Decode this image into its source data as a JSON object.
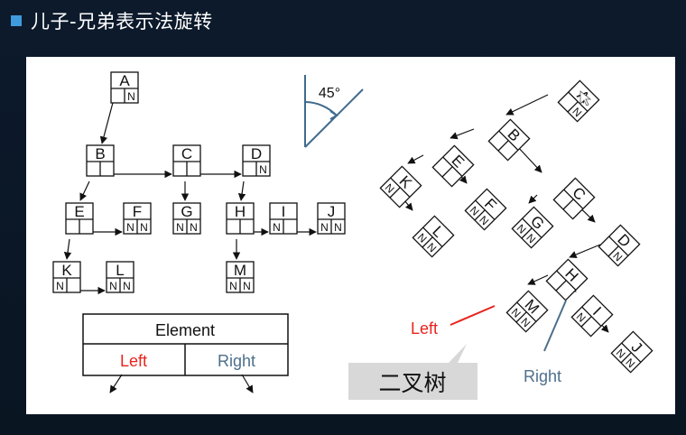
{
  "title": "儿子-兄弟表示法旋转",
  "accent_color": "#3f9bdc",
  "left_tree": {
    "nodes": [
      {
        "label": "A",
        "fields": [
          "",
          "N"
        ]
      },
      {
        "label": "B",
        "fields": [
          "",
          ""
        ]
      },
      {
        "label": "C",
        "fields": [
          "",
          ""
        ]
      },
      {
        "label": "D",
        "fields": [
          "",
          "N"
        ]
      },
      {
        "label": "E",
        "fields": [
          "",
          ""
        ]
      },
      {
        "label": "F",
        "fields": [
          "N",
          "N"
        ]
      },
      {
        "label": "G",
        "fields": [
          "N",
          "N"
        ]
      },
      {
        "label": "H",
        "fields": [
          "",
          ""
        ]
      },
      {
        "label": "I",
        "fields": [
          "N",
          ""
        ]
      },
      {
        "label": "J",
        "fields": [
          "N",
          "N"
        ]
      },
      {
        "label": "K",
        "fields": [
          "N",
          ""
        ]
      },
      {
        "label": "L",
        "fields": [
          "N",
          "N"
        ]
      },
      {
        "label": "M",
        "fields": [
          "N",
          "N"
        ]
      }
    ]
  },
  "legend": {
    "element": "Element",
    "left": "Left",
    "right": "Right",
    "left_color": "#e8231e",
    "right_color": "#4d6f8c"
  },
  "angle_label": "45°",
  "right_tree": {
    "nodes": [
      {
        "label": "A",
        "fields": [
          "",
          "N"
        ]
      },
      {
        "label": "B",
        "fields": [
          "",
          ""
        ]
      },
      {
        "label": "E",
        "fields": [
          "",
          ""
        ]
      },
      {
        "label": "C",
        "fields": [
          "",
          ""
        ]
      },
      {
        "label": "K",
        "fields": [
          "N",
          ""
        ]
      },
      {
        "label": "F",
        "fields": [
          "N",
          "N"
        ]
      },
      {
        "label": "G",
        "fields": [
          "N",
          "N"
        ]
      },
      {
        "label": "D",
        "fields": [
          "",
          "N"
        ]
      },
      {
        "label": "L",
        "fields": [
          "N",
          "N"
        ]
      },
      {
        "label": "H",
        "fields": [
          "",
          ""
        ]
      },
      {
        "label": "M",
        "fields": [
          "N",
          "N"
        ]
      },
      {
        "label": "I",
        "fields": [
          "N",
          ""
        ]
      },
      {
        "label": "J",
        "fields": [
          "N",
          "N"
        ]
      }
    ],
    "left_label": "Left",
    "right_label": "Right"
  },
  "callout": "二叉树"
}
